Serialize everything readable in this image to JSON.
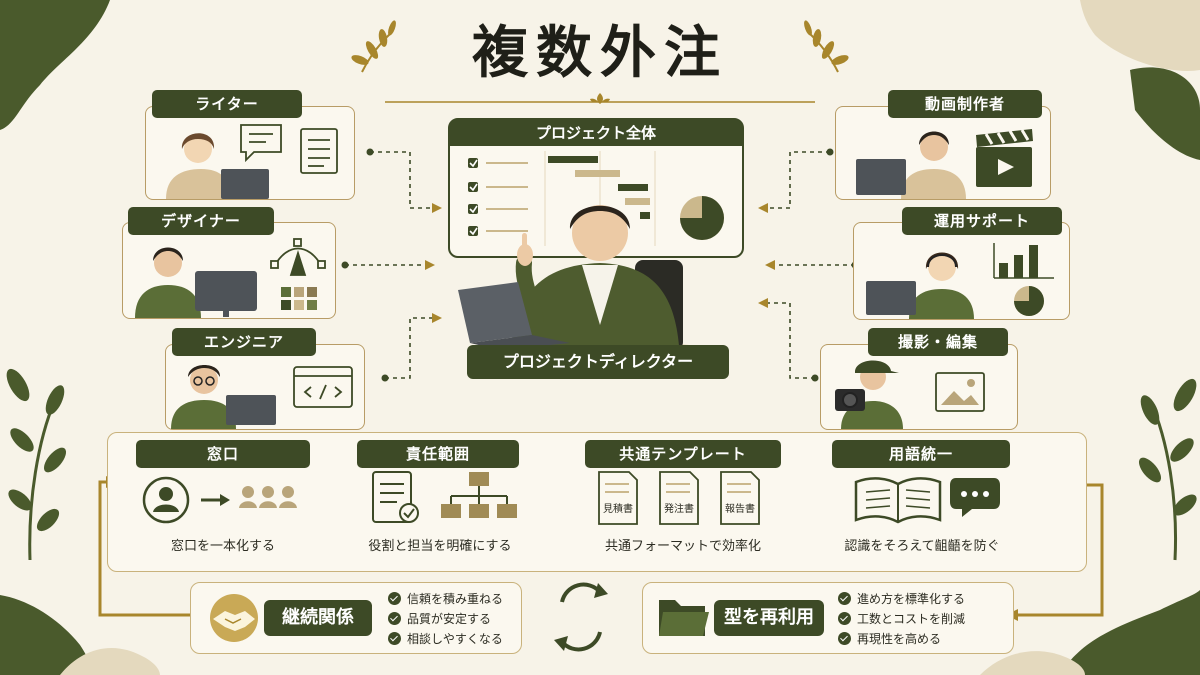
{
  "title": "複数外注",
  "project_board": {
    "title": "プロジェクト全体"
  },
  "director": {
    "label": "プロジェクトディレクター"
  },
  "roles_left": {
    "writer": "ライター",
    "designer": "デザイナー",
    "engineer": "エンジニア"
  },
  "roles_right": {
    "video": "動画制作者",
    "support": "運用サポート",
    "photo": "撮影・編集"
  },
  "steps": [
    {
      "title": "窓口",
      "caption": "窓口を一本化する"
    },
    {
      "title": "責任範囲",
      "caption": "役割と担当を明確にする"
    },
    {
      "title": "共通テンプレート",
      "caption": "共通フォーマットで効率化"
    },
    {
      "title": "用語統一",
      "caption": "認識をそろえて齟齬を防ぐ"
    }
  ],
  "templates": [
    "見積書",
    "発注書",
    "報告書"
  ],
  "relationship": {
    "title": "継続関係",
    "points": [
      "信頼を積み重ねる",
      "品質が安定する",
      "相談しやすくなる"
    ]
  },
  "reuse": {
    "title": "型を再利用",
    "points": [
      "進め方を標準化する",
      "工数とコストを削減",
      "再現性を高める"
    ]
  },
  "colors": {
    "primary": "#3d4a26",
    "accent": "#a8862c",
    "background": "#f7f3e8"
  }
}
